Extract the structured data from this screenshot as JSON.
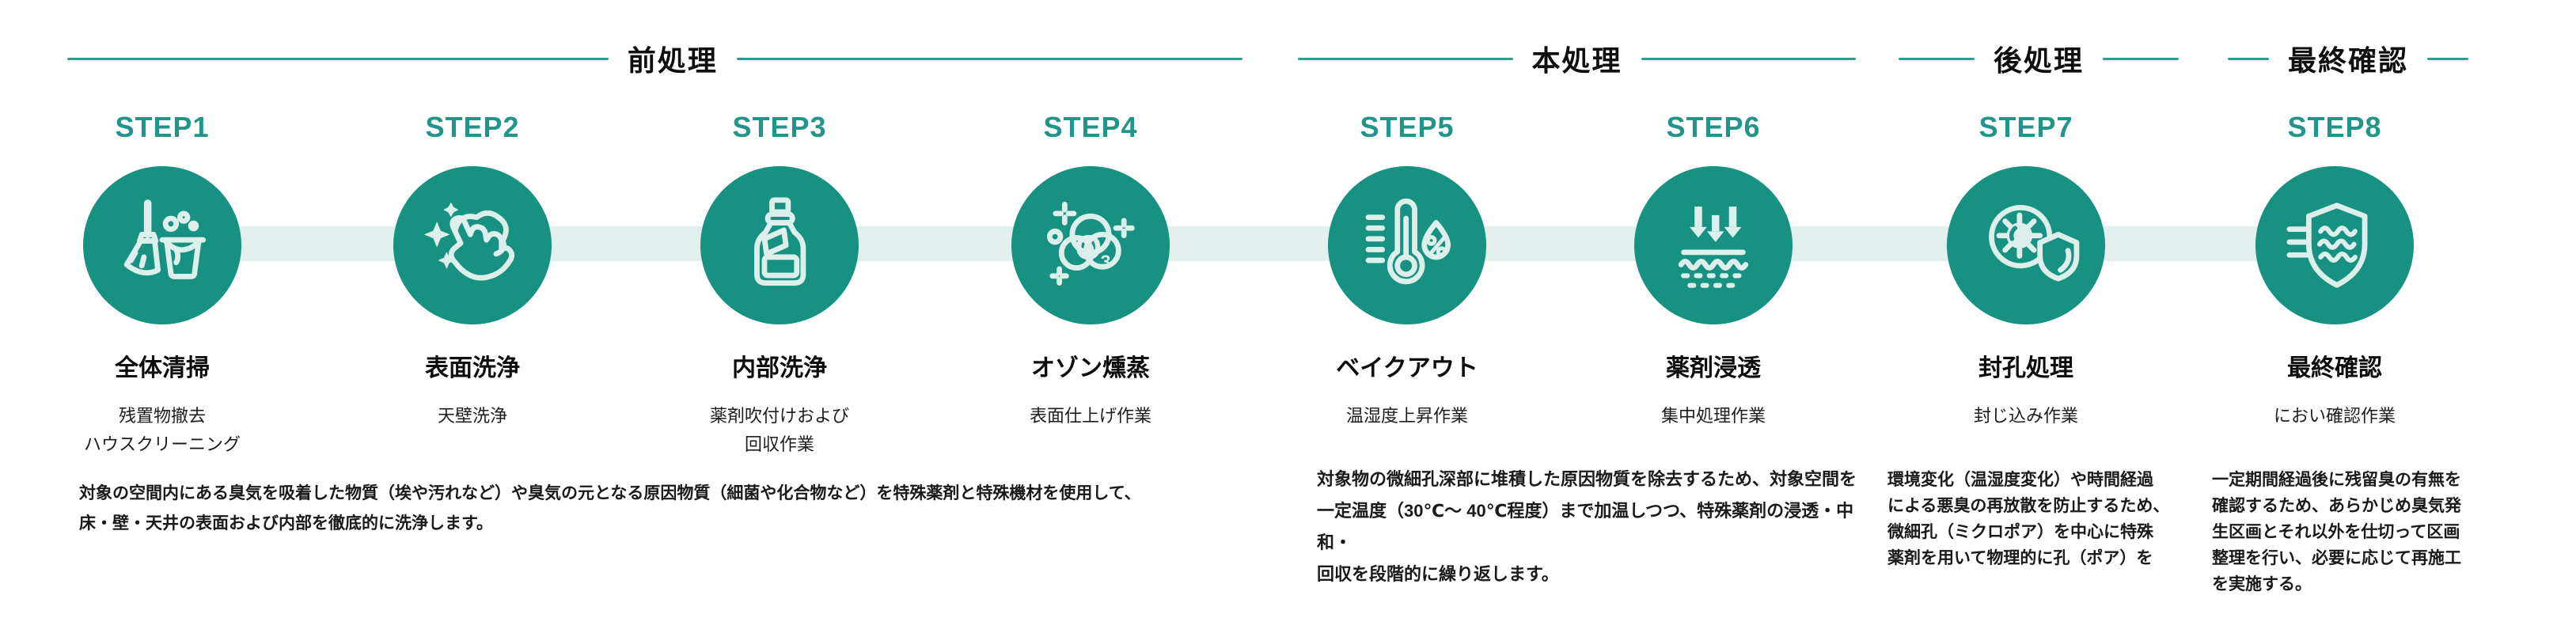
{
  "colors": {
    "circle_teal": "#169182",
    "icon_mint": "#dcefeb",
    "band_light_teal": "#e3efec",
    "rule_teal": "#2aa091",
    "step_label_teal": "#219589",
    "text_ink": "#161616"
  },
  "phases": [
    {
      "label": "前処理"
    },
    {
      "label": "本処理"
    },
    {
      "label": "後処理"
    },
    {
      "label": "最終確認"
    }
  ],
  "steps": [
    {
      "label": "STEP1",
      "title": "全体清掃",
      "subtitle": "残置物撤去\nハウスクリーニング",
      "icon": "broom-bucket-icon"
    },
    {
      "label": "STEP2",
      "title": "表面洗浄",
      "subtitle": "天壁洗浄",
      "icon": "wiping-hand-icon"
    },
    {
      "label": "STEP3",
      "title": "内部洗浄",
      "subtitle": "薬剤吹付けおよび\n回収作業",
      "icon": "detergent-bottle-icon"
    },
    {
      "label": "STEP4",
      "title": "オゾン燻蒸",
      "subtitle": "表面仕上げ作業",
      "icon": "ozone-molecule-icon"
    },
    {
      "label": "STEP5",
      "title": "ベイクアウト",
      "subtitle": "温湿度上昇作業",
      "icon": "thermometer-humidity-icon"
    },
    {
      "label": "STEP6",
      "title": "薬剤浸透",
      "subtitle": "集中処理作業",
      "icon": "penetration-arrows-icon"
    },
    {
      "label": "STEP7",
      "title": "封孔処理",
      "subtitle": "封じ込み作業",
      "icon": "microbe-shield-icon"
    },
    {
      "label": "STEP8",
      "title": "最終確認",
      "subtitle": "におい確認作業",
      "icon": "odor-shield-icon"
    }
  ],
  "descriptions": [
    {
      "text": "対象の空間内にある臭気を吸着した物質（埃や汚れなど）や臭気の元となる原因物質（細菌や化合物など）を特殊薬剤と特殊機材を使用して、\n床・壁・天井の表面および内部を徹底的に洗浄します。"
    },
    {
      "text": "対象物の微細孔深部に堆積した原因物質を除去するため、対象空間を\n一定温度（30℃〜 40℃程度）まで加温しつつ、特殊薬剤の浸透・中和・\n回収を段階的に繰り返します。"
    },
    {
      "text": "環境変化（温湿度変化）や時間経過\nによる悪臭の再放散を防止するため、\n微細孔（ミクロポア）を中心に特殊\n薬剤を用いて物理的に孔（ポア）を"
    },
    {
      "text": "一定期間経過後に残留臭の有無を\n確認するため、あらかじめ臭気発\n生区画とそれ以外を仕切って区画\n整理を行い、必要に応じて再施工\nを実施する。"
    }
  ]
}
